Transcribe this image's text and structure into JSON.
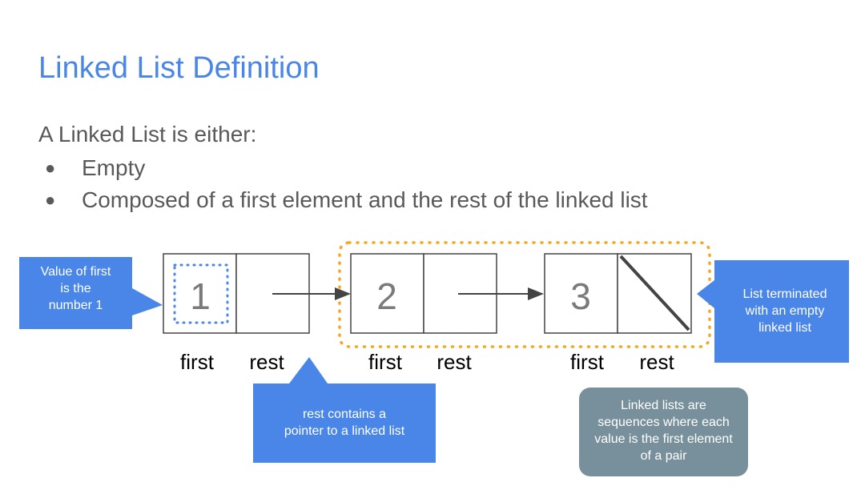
{
  "slide": {
    "title": "Linked List Definition",
    "intro": "A Linked List is either:",
    "bullets": [
      {
        "bullet": "●",
        "text": "Empty"
      },
      {
        "bullet": "●",
        "text": "Composed of a first element and the rest of the linked list"
      }
    ]
  },
  "nodes": [
    {
      "value": "1",
      "first_label": "first",
      "rest_label": "rest"
    },
    {
      "value": "2",
      "first_label": "first",
      "rest_label": "rest"
    },
    {
      "value": "3",
      "first_label": "first",
      "rest_label": "rest"
    }
  ],
  "callouts": {
    "value_of_first": {
      "lines": [
        "Value of first",
        "is the",
        "number 1"
      ],
      "color": "#4a86e8"
    },
    "rest_pointer": {
      "lines": [
        "rest contains a",
        "pointer to a linked list"
      ],
      "color": "#4a86e8"
    },
    "terminated": {
      "lines": [
        "List terminated",
        "with an empty",
        "linked list"
      ],
      "color": "#4a86e8"
    },
    "sequences": {
      "lines": [
        "Linked lists are",
        "sequences where each",
        "value is the first element",
        "of a pair"
      ],
      "color": "#78909c"
    }
  },
  "colors": {
    "title": "#4a86e8",
    "text": "#595959",
    "highlight_dotted_blue": "#4a86e8",
    "highlight_dotted_orange": "#f6a623",
    "box_stroke": "#444444"
  }
}
